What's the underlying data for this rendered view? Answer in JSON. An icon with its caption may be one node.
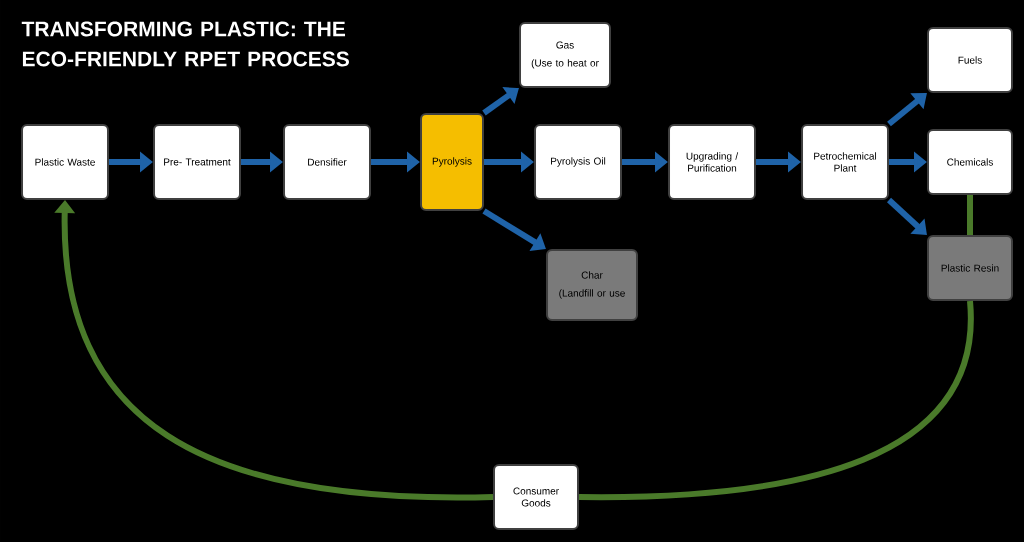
{
  "diagram": {
    "title": "TRANSFORMING PLASTIC: THE ECO-FRIENDLY RPET PROCESS",
    "nodes": [
      {
        "text": [
          "Plastic Waste"
        ]
      },
      {
        "text": [
          "Pre- Treatment"
        ]
      },
      {
        "text": [
          "Densifier"
        ]
      },
      {
        "text": [
          "Pyrolysis"
        ]
      },
      {
        "text": [
          "Gas",
          "(Use to heat or"
        ]
      },
      {
        "text": [
          "Pyrolysis Oil"
        ]
      },
      {
        "text": [
          "Char",
          "(Landfill or use"
        ]
      },
      {
        "text": [
          "Upgrading / Purification"
        ]
      },
      {
        "text": [
          "Petrochemical Plant"
        ]
      },
      {
        "text": [
          "Fuels"
        ]
      },
      {
        "text": [
          "Chemicals"
        ]
      },
      {
        "text": [
          "Plastic Resin"
        ]
      },
      {
        "text": [
          "Consumer Goods"
        ]
      }
    ],
    "edges": [
      {
        "from": 0,
        "to": 1,
        "arrow": "to"
      },
      {
        "from": 1,
        "to": 2,
        "arrow": "to"
      },
      {
        "from": 2,
        "to": 3,
        "arrow": "to"
      },
      {
        "from": 3,
        "to": 4,
        "arrow": "to"
      },
      {
        "from": 3,
        "to": 5,
        "arrow": "to"
      },
      {
        "from": 3,
        "to": 6,
        "arrow": "to"
      },
      {
        "from": 5,
        "to": 7,
        "arrow": "to"
      },
      {
        "from": 7,
        "to": 8,
        "arrow": "to"
      },
      {
        "from": 8,
        "to": 9,
        "arrow": "to"
      },
      {
        "from": 8,
        "to": 10,
        "arrow": "to"
      },
      {
        "from": 8,
        "to": 11,
        "arrow": "to"
      },
      {
        "from": 10,
        "to": 11,
        "arrow": "none",
        "color": "#4a7a2a"
      },
      {
        "from": 11,
        "to": 12,
        "arrow": "none",
        "color": "#4a7a2a"
      },
      {
        "from": 12,
        "to": 0,
        "arrow": "to",
        "color": "#4a7a2a"
      }
    ]
  }
}
